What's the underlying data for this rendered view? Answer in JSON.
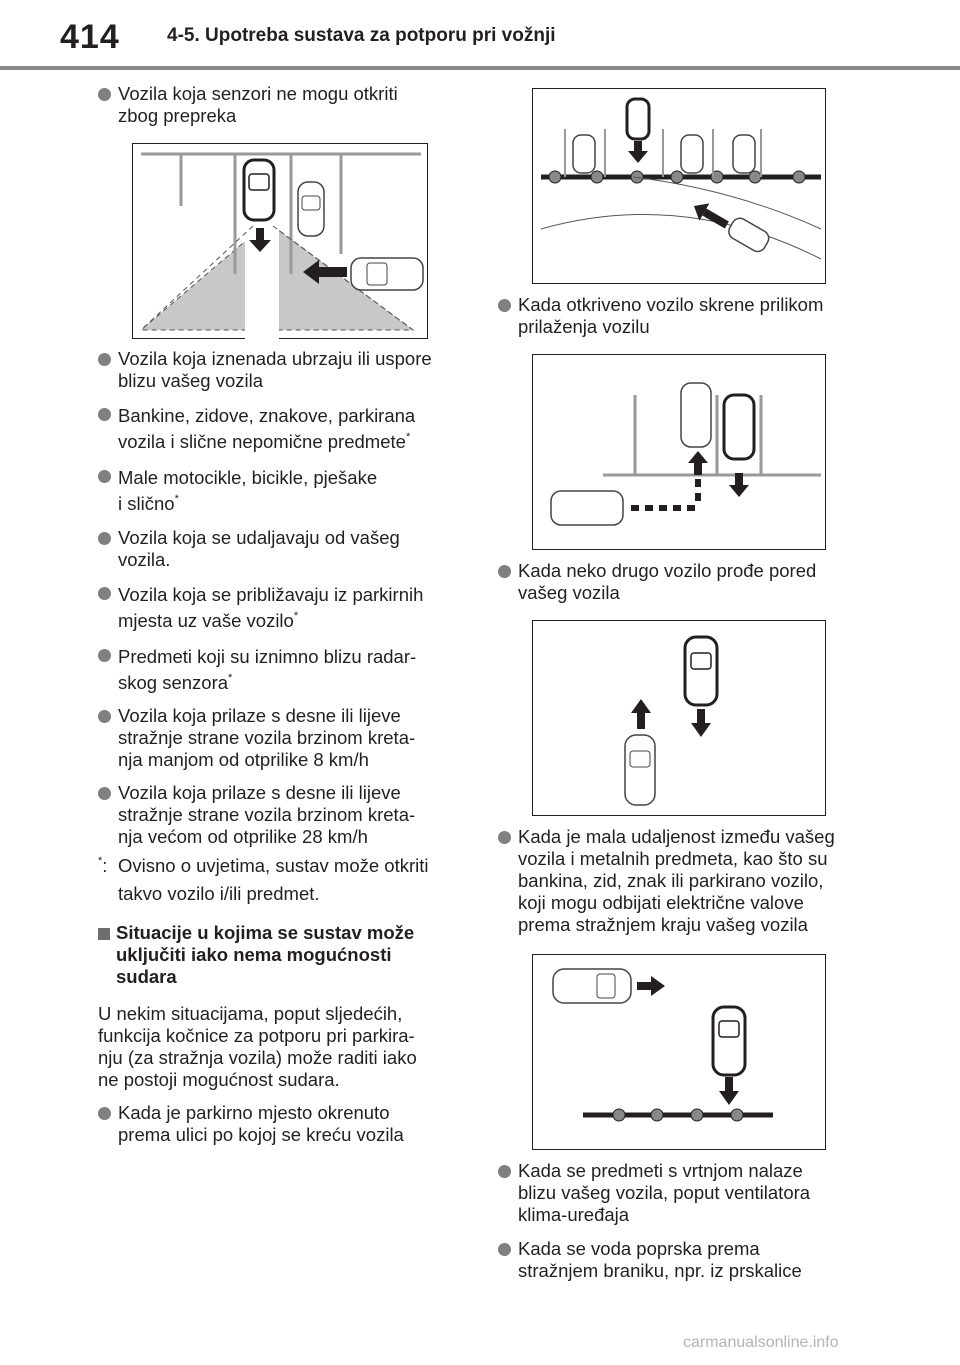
{
  "header": {
    "page_number": "414",
    "section_title": "4-5. Upotreba sustava za potporu pri vožnji"
  },
  "left_column": {
    "bullets": [
      {
        "text": "Vozila koja senzori ne mogu otkriti\nzbog prepreka"
      },
      {
        "text": "Vozila koja iznenada ubrzaju ili uspore\nblizu vašeg vozila"
      },
      {
        "text": "Bankine, zidove, znakove, parkirana\nvozila i slične nepomične predmete",
        "sup": "*"
      },
      {
        "text": "Male motocikle, bicikle, pješake\ni slično",
        "sup": "*"
      },
      {
        "text": "Vozila koja se udaljavaju od vašeg\nvozila."
      },
      {
        "text": "Vozila koja se približavaju iz parkirnih\nmjesta uz vaše vozilo",
        "sup": "*"
      },
      {
        "text": "Predmeti koji su iznimno blizu radar-\nskog senzora",
        "sup": "*"
      },
      {
        "text": "Vozila koja prilaze s desne ili lijeve\nstražnje strane vozila brzinom kreta-\nnja manjom od otprilike 8 km/h"
      },
      {
        "text": "Vozila koja prilaze s desne ili lijeve\nstražnje strane vozila brzinom kreta-\nnja većom od otprilike 28 km/h"
      }
    ],
    "footnote": {
      "marker": "*",
      "colon": ":",
      "text": "Ovisno o uvjetima, sustav može otkriti\ntakvo vozilo i/ili predmet."
    },
    "heading": "Situacije u kojima se sustav može\nuključiti iako nema mogućnosti\nsudara",
    "paragraph": "U nekim situacijama, poput sljedećih,\nfunkcija kočnice za potporu pri parkira-\nnju (za stražnja vozila) može raditi iako\nne postoji mogućnost sudara.",
    "last_bullet": "Kada je parkirno mjesto okrenuto\nprema ulici po kojoj se kreću vozila"
  },
  "right_column": {
    "bullets": [
      {
        "text": "Kada otkriveno vozilo skrene prilikom\nprilaženja vozilu"
      },
      {
        "text": "Kada neko drugo vozilo prođe pored\nvašeg vozila"
      },
      {
        "text": "Kada je mala udaljenost između vašeg\nvozila i metalnih predmeta, kao što su\nbankina, zid, znak ili parkirano vozilo,\nkoji mogu odbijati električne valove\nprema stražnjem kraju vašeg vozila"
      },
      {
        "text": "Kada se predmeti s vrtnjom nalaze\nblizu vašeg vozila, poput ventilatora\nklima-uređaja"
      },
      {
        "text": "Kada se voda poprska prema\nstražnjem braniku, npr. iz prskalice"
      }
    ]
  },
  "watermark": "carmanualsonline.info",
  "colors": {
    "bullet": "#808080",
    "text": "#231f20",
    "rule": "#8a8a8a",
    "arrow": "#231f20",
    "shade": "#c8c8c8"
  }
}
